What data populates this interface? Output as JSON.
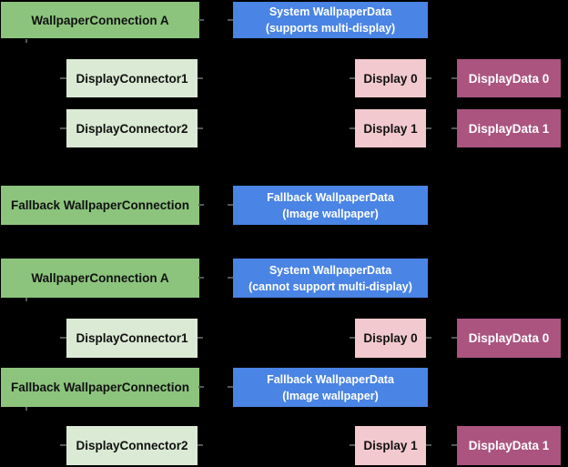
{
  "background": "#000000",
  "palette": {
    "connection_green": "#8cc47d",
    "connector_light_green": "#dbead4",
    "wallpaper_data_blue": "#4a84e4",
    "display_pink": "#f2c9ce",
    "display_data_magenta": "#ab5480",
    "text_dark": "#111111",
    "text_light": "#ffffff",
    "connector_tick_gray": "#565656"
  },
  "diagram": {
    "description_groups": [
      "System wallpaper supports multi-display",
      "System wallpaper cannot support multi-display"
    ],
    "nodes": [
      {
        "id": "wallpaper-connection-a-1",
        "type": "wallpaper-connection",
        "label": "WallpaperConnection A"
      },
      {
        "id": "system-wallpaper-data-multi",
        "type": "wallpaper-data",
        "label": "System WallpaperData",
        "sublabel": "(supports multi-display)"
      },
      {
        "id": "display-connector-1-a",
        "type": "display-connector",
        "label": "DisplayConnector1"
      },
      {
        "id": "display-0-a",
        "type": "display",
        "label": "Display 0"
      },
      {
        "id": "display-data-0-a",
        "type": "display-data",
        "label": "DisplayData 0"
      },
      {
        "id": "display-connector-2-a",
        "type": "display-connector",
        "label": "DisplayConnector2"
      },
      {
        "id": "display-1-a",
        "type": "display",
        "label": "Display 1"
      },
      {
        "id": "display-data-1-a",
        "type": "display-data",
        "label": "DisplayData 1"
      },
      {
        "id": "fallback-wallpaper-connection-1",
        "type": "wallpaper-connection",
        "label": "Fallback WallpaperConnection"
      },
      {
        "id": "fallback-wallpaper-data-1",
        "type": "wallpaper-data",
        "label": "Fallback WallpaperData",
        "sublabel": "(Image wallpaper)"
      },
      {
        "id": "wallpaper-connection-a-2",
        "type": "wallpaper-connection",
        "label": "WallpaperConnection A"
      },
      {
        "id": "system-wallpaper-data-single",
        "type": "wallpaper-data",
        "label": "System WallpaperData",
        "sublabel": "(cannot support multi-display)"
      },
      {
        "id": "display-connector-1-b",
        "type": "display-connector",
        "label": "DisplayConnector1"
      },
      {
        "id": "display-0-b",
        "type": "display",
        "label": "Display 0"
      },
      {
        "id": "display-data-0-b",
        "type": "display-data",
        "label": "DisplayData 0"
      },
      {
        "id": "fallback-wallpaper-connection-2",
        "type": "wallpaper-connection",
        "label": "Fallback WallpaperConnection"
      },
      {
        "id": "fallback-wallpaper-data-2",
        "type": "wallpaper-data",
        "label": "Fallback WallpaperData",
        "sublabel": "(Image wallpaper)"
      },
      {
        "id": "display-connector-2-b",
        "type": "display-connector",
        "label": "DisplayConnector2"
      },
      {
        "id": "display-1-b",
        "type": "display",
        "label": "Display 1"
      },
      {
        "id": "display-data-1-b",
        "type": "display-data",
        "label": "DisplayData 1"
      }
    ]
  }
}
